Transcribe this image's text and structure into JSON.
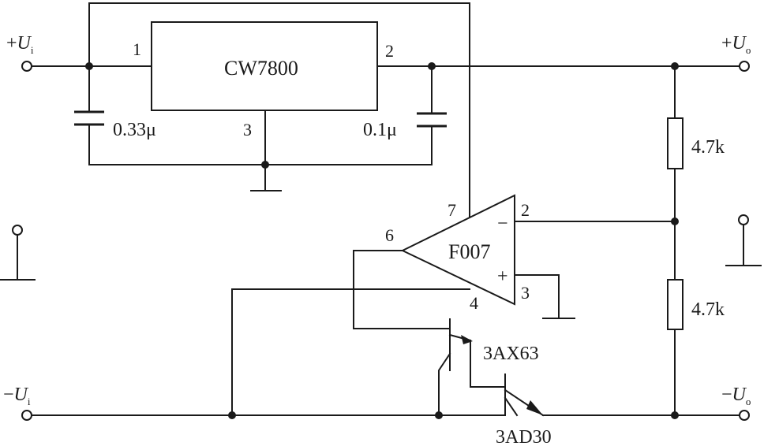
{
  "terminals": {
    "in_pos": {
      "sign": "+",
      "symbol": "U",
      "sub": "i"
    },
    "in_neg": {
      "sign": "−",
      "symbol": "U",
      "sub": "i"
    },
    "out_pos": {
      "sign": "+",
      "symbol": "U",
      "sub": "o"
    },
    "out_neg": {
      "sign": "−",
      "symbol": "U",
      "sub": "o"
    }
  },
  "regulator": {
    "name": "CW7800",
    "pin_in": "1",
    "pin_out": "2",
    "pin_gnd": "3"
  },
  "capacitors": {
    "c_in": "0.33μ",
    "c_out": "0.1μ"
  },
  "resistors": {
    "r_top": "4.7k",
    "r_bottom": "4.7k"
  },
  "opamp": {
    "name": "F007",
    "pin_v_pos": "7",
    "pin_inv": "2",
    "pin_noninv": "3",
    "pin_v_neg": "4",
    "pin_out": "6",
    "sym_inv": "−",
    "sym_noninv": "+"
  },
  "transistors": {
    "q1": "3AX63",
    "q2": "3AD30"
  }
}
